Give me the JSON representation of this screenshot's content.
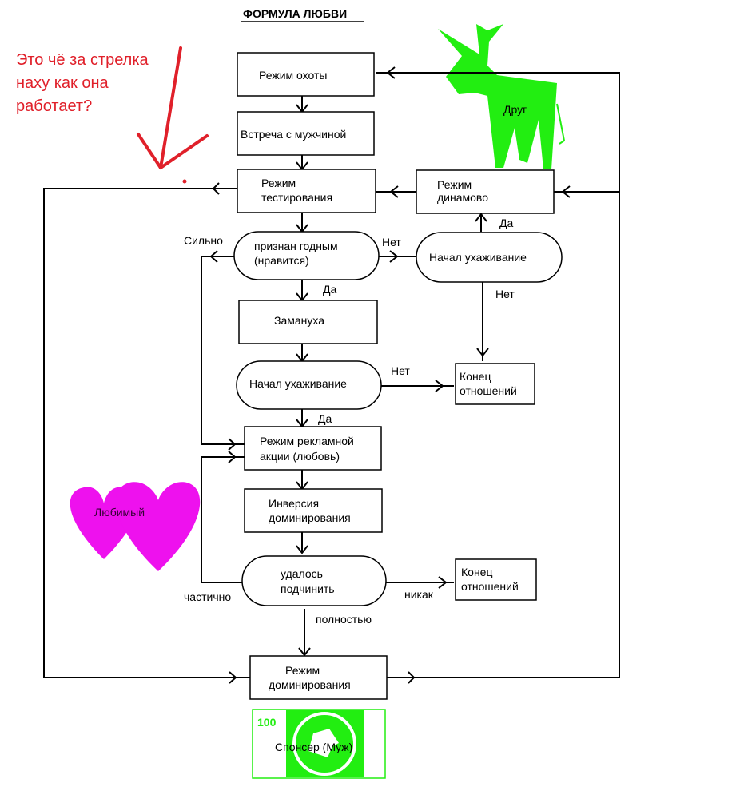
{
  "title": "ФОРМУЛА ЛЮБВИ",
  "annotation": {
    "lines": [
      "Это чё за стрелка",
      "наху как она",
      "работает?"
    ]
  },
  "nodes": {
    "hunt": [
      "Режим охоты"
    ],
    "meet": [
      "Встреча с мужчиной"
    ],
    "test": [
      "Режим",
      "тестирования"
    ],
    "dyn": [
      "Режим",
      "динамово"
    ],
    "fit": [
      "признан годным",
      "(нравится)"
    ],
    "court1": [
      "Начал ухаживание"
    ],
    "lure": [
      "Замануха"
    ],
    "court2": [
      "Начал ухаживание"
    ],
    "end1": [
      "Конец",
      "отношений"
    ],
    "promo": [
      "Режим рекламной",
      "акции (любовь)"
    ],
    "inv": [
      "Инверсия",
      "доминирования"
    ],
    "sub": [
      "удалось",
      "подчинить"
    ],
    "end2": [
      "Конец",
      "отношений"
    ],
    "dom": [
      "Режим",
      "доминирования"
    ]
  },
  "edge_labels": {
    "strongly": "Сильно",
    "no_fit": "Нет",
    "yes_fit": "Да",
    "yes_court1": "Да",
    "no_court1": "Нет",
    "no_court2": "Нет",
    "yes_court2": "Да",
    "partially": "частично",
    "never": "никак",
    "fully": "полностью"
  },
  "pictures": {
    "friend_label": "Друг",
    "beloved_label": "Любимый",
    "banknote_value": "100",
    "banknote_label": "Спонсер (Муж)"
  },
  "colors": {
    "annotation": "#e0202a",
    "donkey": "#22ee11",
    "hearts": "#ee11ee",
    "banknote": "#22ee11"
  }
}
